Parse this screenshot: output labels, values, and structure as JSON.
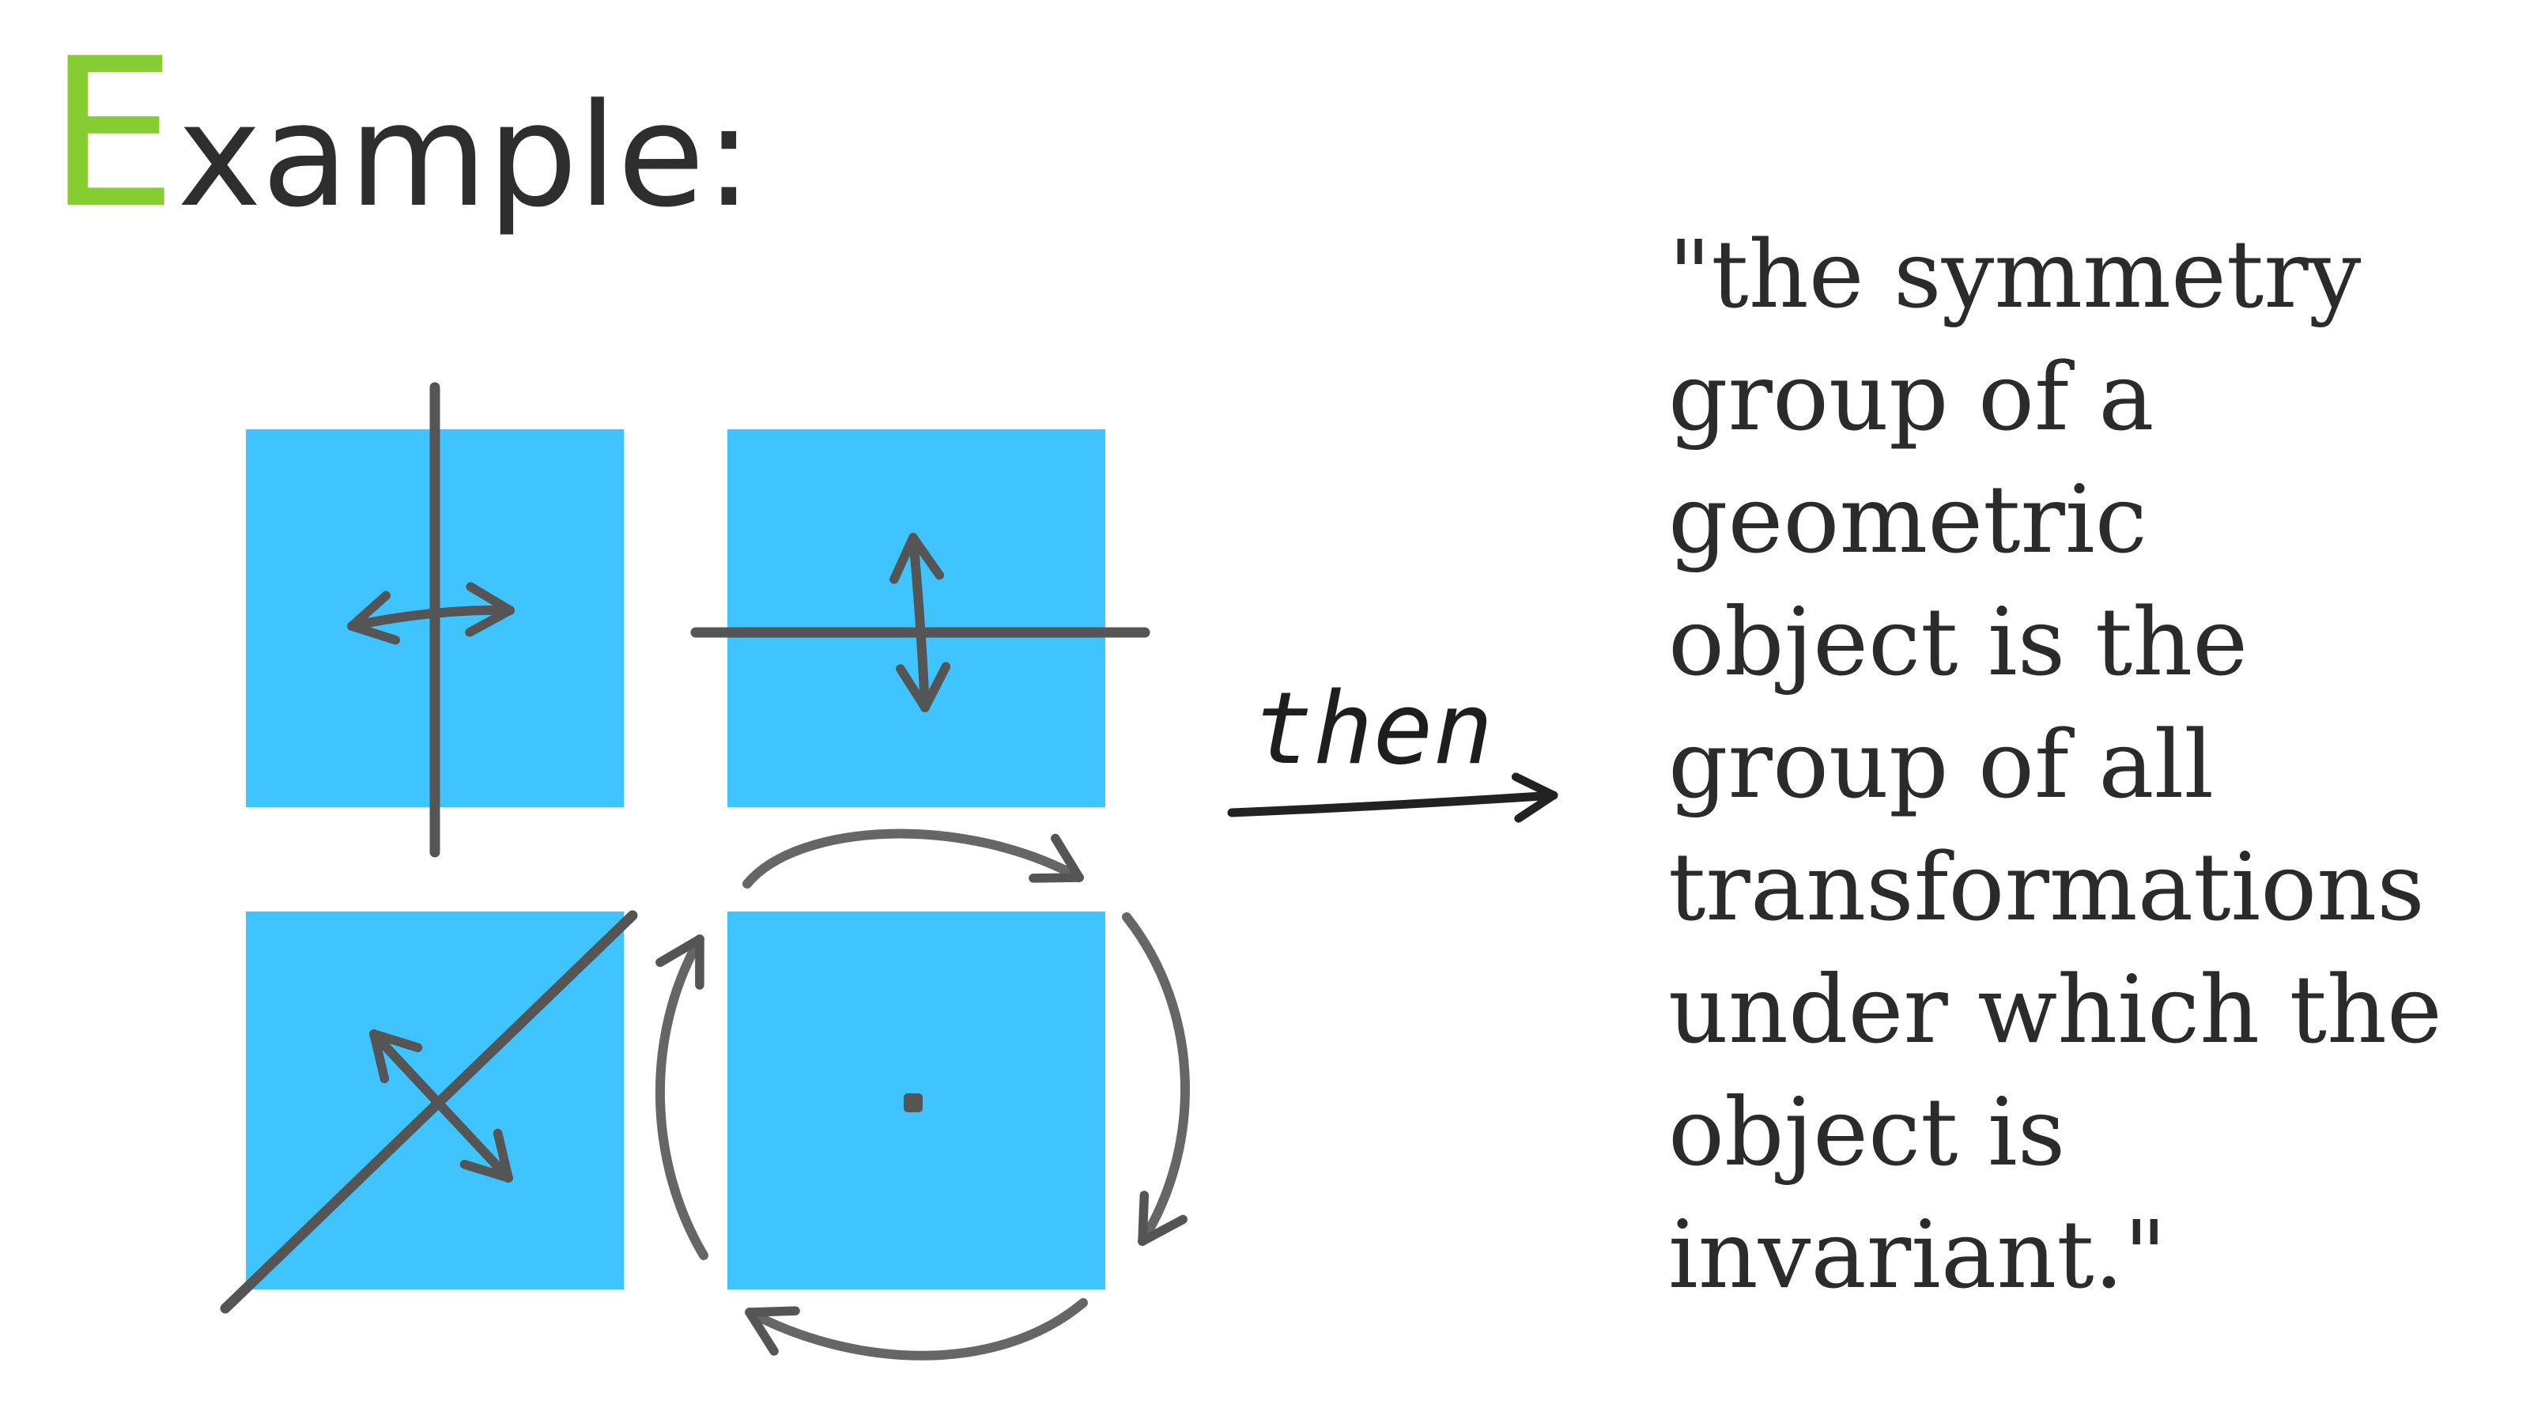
{
  "title": {
    "first_letter": "E",
    "rest": "xample:"
  },
  "arrow_label": "then",
  "quote_lines": [
    "\"the symmetry",
    "group of a",
    "geometric",
    "object is the",
    "group of all",
    "transformations",
    "under which the",
    "object is",
    "invariant.\""
  ],
  "colors": {
    "accent": "#86cc33",
    "square_fill": "#40c4ff",
    "stroke": "#555555",
    "text": "#2b2b2b"
  }
}
